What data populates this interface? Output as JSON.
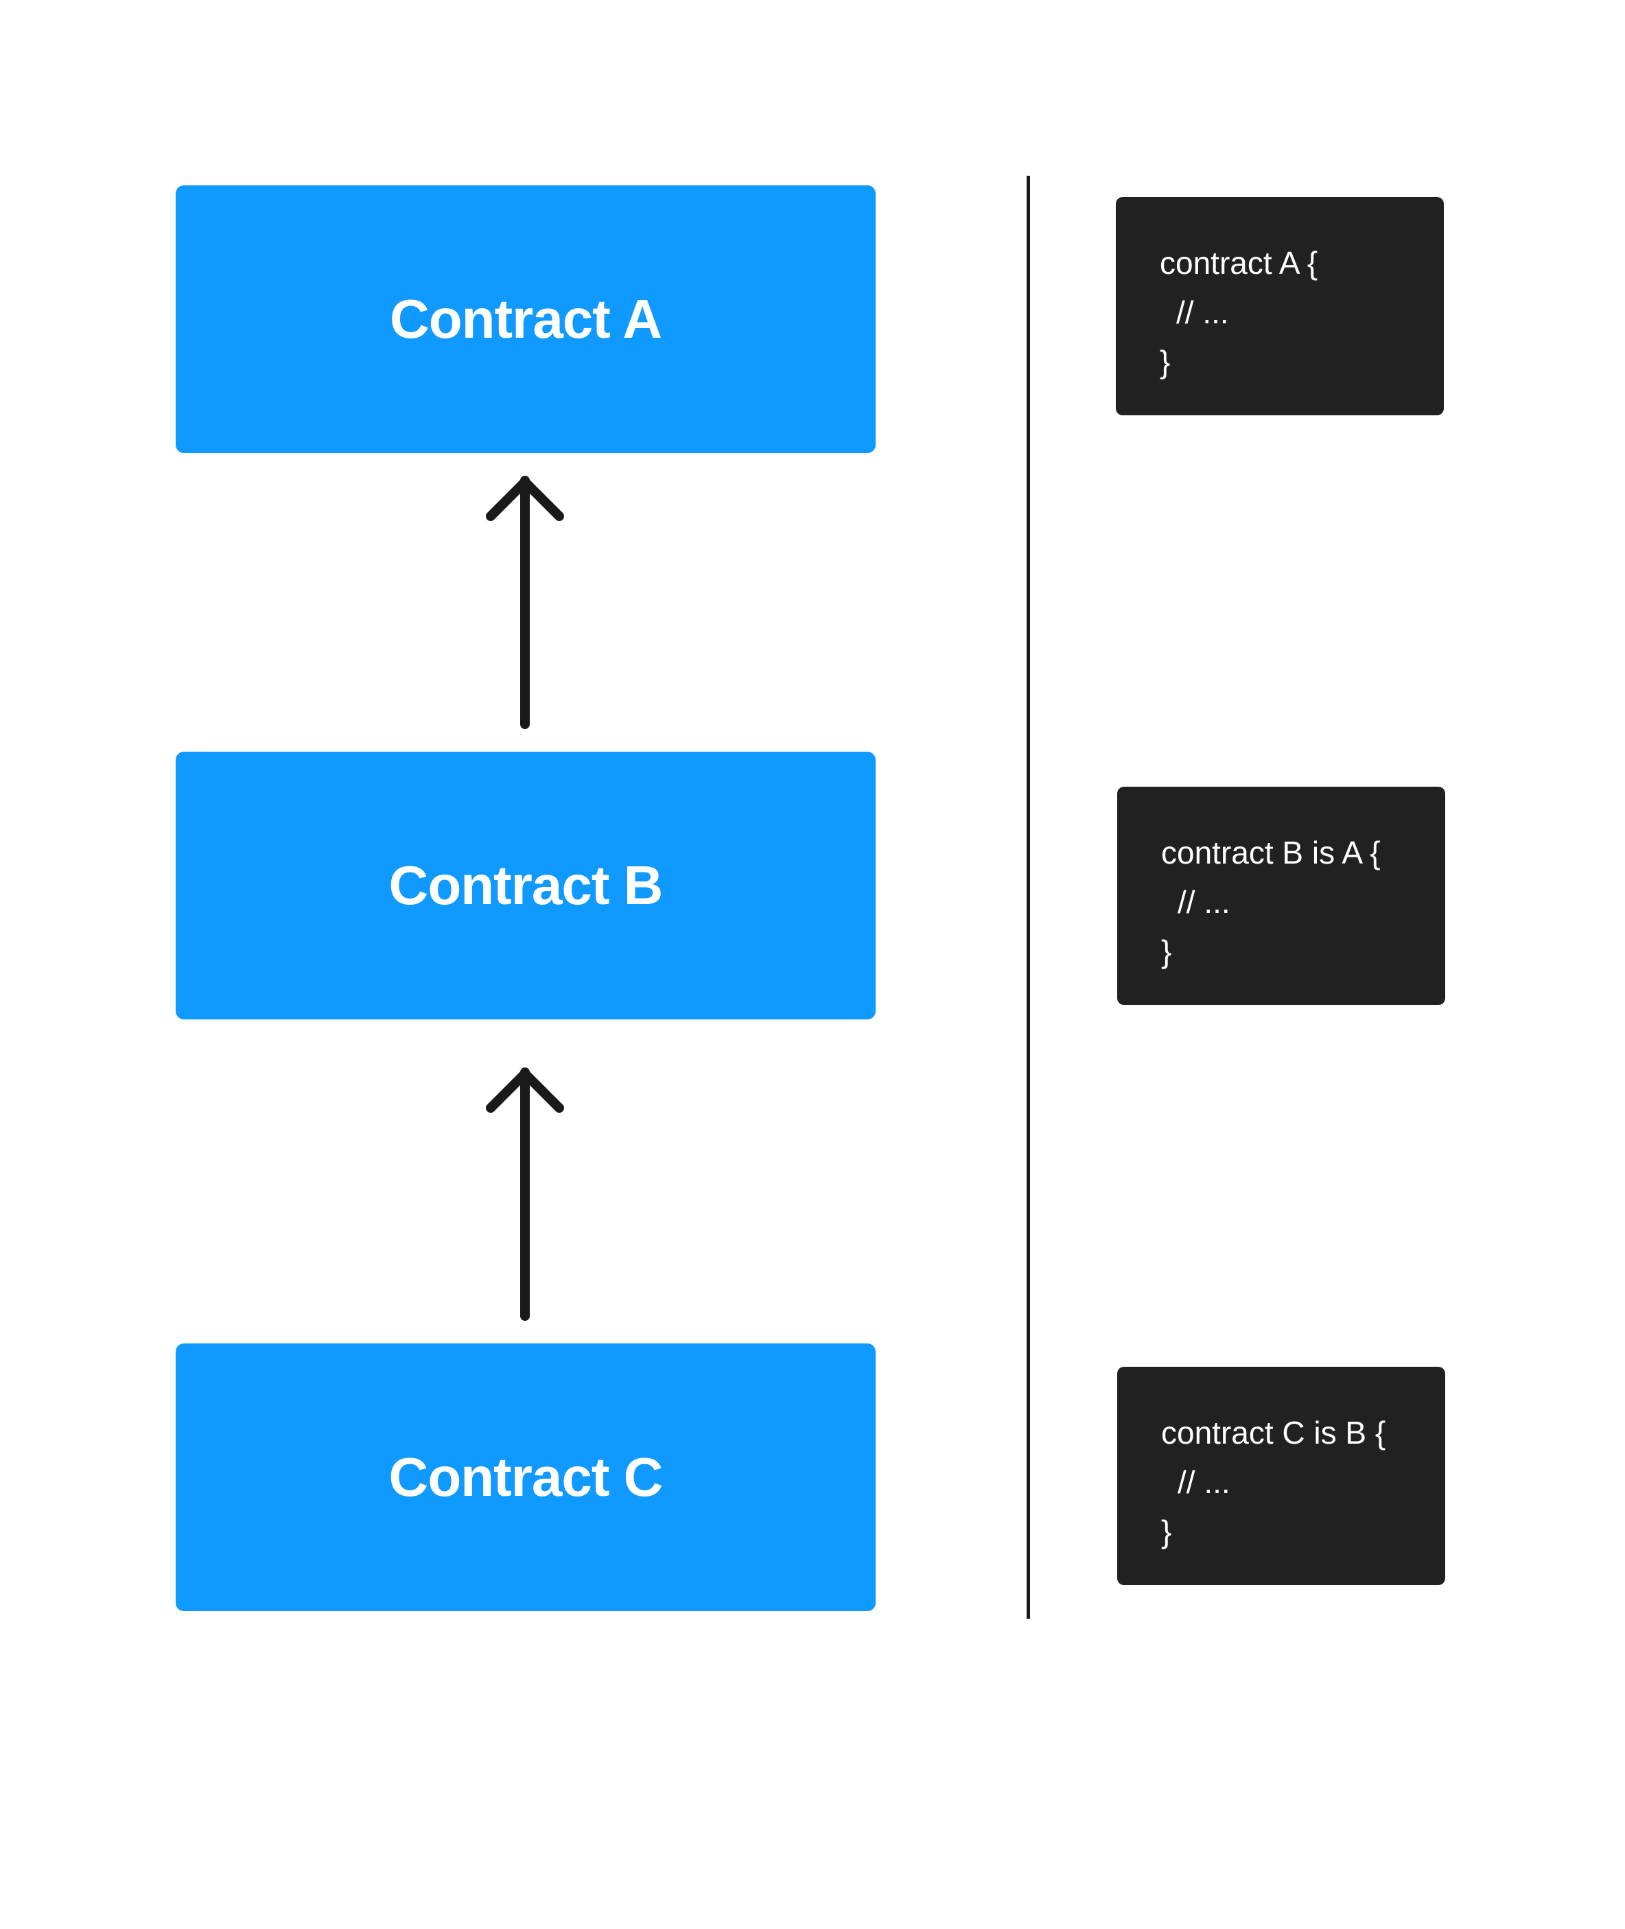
{
  "diagram": {
    "boxes": [
      {
        "label": "Contract A"
      },
      {
        "label": "Contract B"
      },
      {
        "label": "Contract C"
      }
    ],
    "code_snippets": [
      {
        "lines": [
          "contract A {",
          "// ...",
          "}"
        ]
      },
      {
        "lines": [
          "contract B is A {",
          "// ...",
          "}"
        ]
      },
      {
        "lines": [
          "contract C is B {",
          "// ...",
          "}"
        ]
      }
    ],
    "colors": {
      "box_fill": "#1099fe",
      "box_text": "#ffffff",
      "code_bg": "#212121",
      "code_text": "#ffffff",
      "arrow": "#1a1a1a",
      "divider": "#1a1a1a",
      "background": "#ffffff"
    }
  }
}
